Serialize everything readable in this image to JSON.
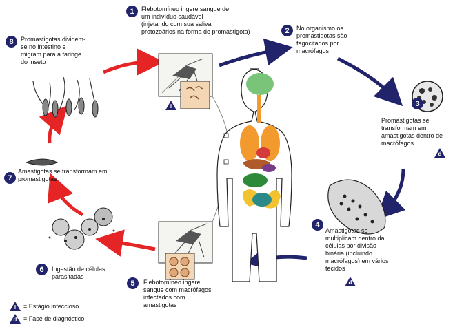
{
  "steps": [
    {
      "n": "1",
      "text": "Flebotomíneo ingere sangue de\num indivíduo saudável\n(injetando com sua saliva\nprotozoários na forma de promastigota)"
    },
    {
      "n": "2",
      "text": "No organismo os\npromastigotas são\nfagocitados por\nmacrófagos"
    },
    {
      "n": "3",
      "text": "Promastigotas se\ntransformam em\namastigotas dentro de\nmacrófagos"
    },
    {
      "n": "4",
      "text": "Amastigotas se\nmultiplicam dentro da\ncélulas por divisão\nbinária (incluindo\nmacrófagos) em vários\ntecidos"
    },
    {
      "n": "5",
      "text": "Flebotomíneo ingere\nsangue com macrófagos\ninfectados com\namastigotas"
    },
    {
      "n": "6",
      "text": "Ingestão de células\nparasitadas"
    },
    {
      "n": "7",
      "text": "Amastigotas se transformam em\npromastigotas"
    },
    {
      "n": "8",
      "text": "Promastigotas dividem-\nse no intestino e\nmigram para a faringe\ndo inseto"
    }
  ],
  "badges": {
    "infective": "i",
    "diagnostic": "d"
  },
  "legend": {
    "infective_label": "= Estágio infeccioso",
    "diagnostic_label": "= Fase de diagnóstico"
  },
  "colors": {
    "human_arrow": "#22246b",
    "vector_arrow": "#e52525",
    "badge": "#22246b"
  }
}
